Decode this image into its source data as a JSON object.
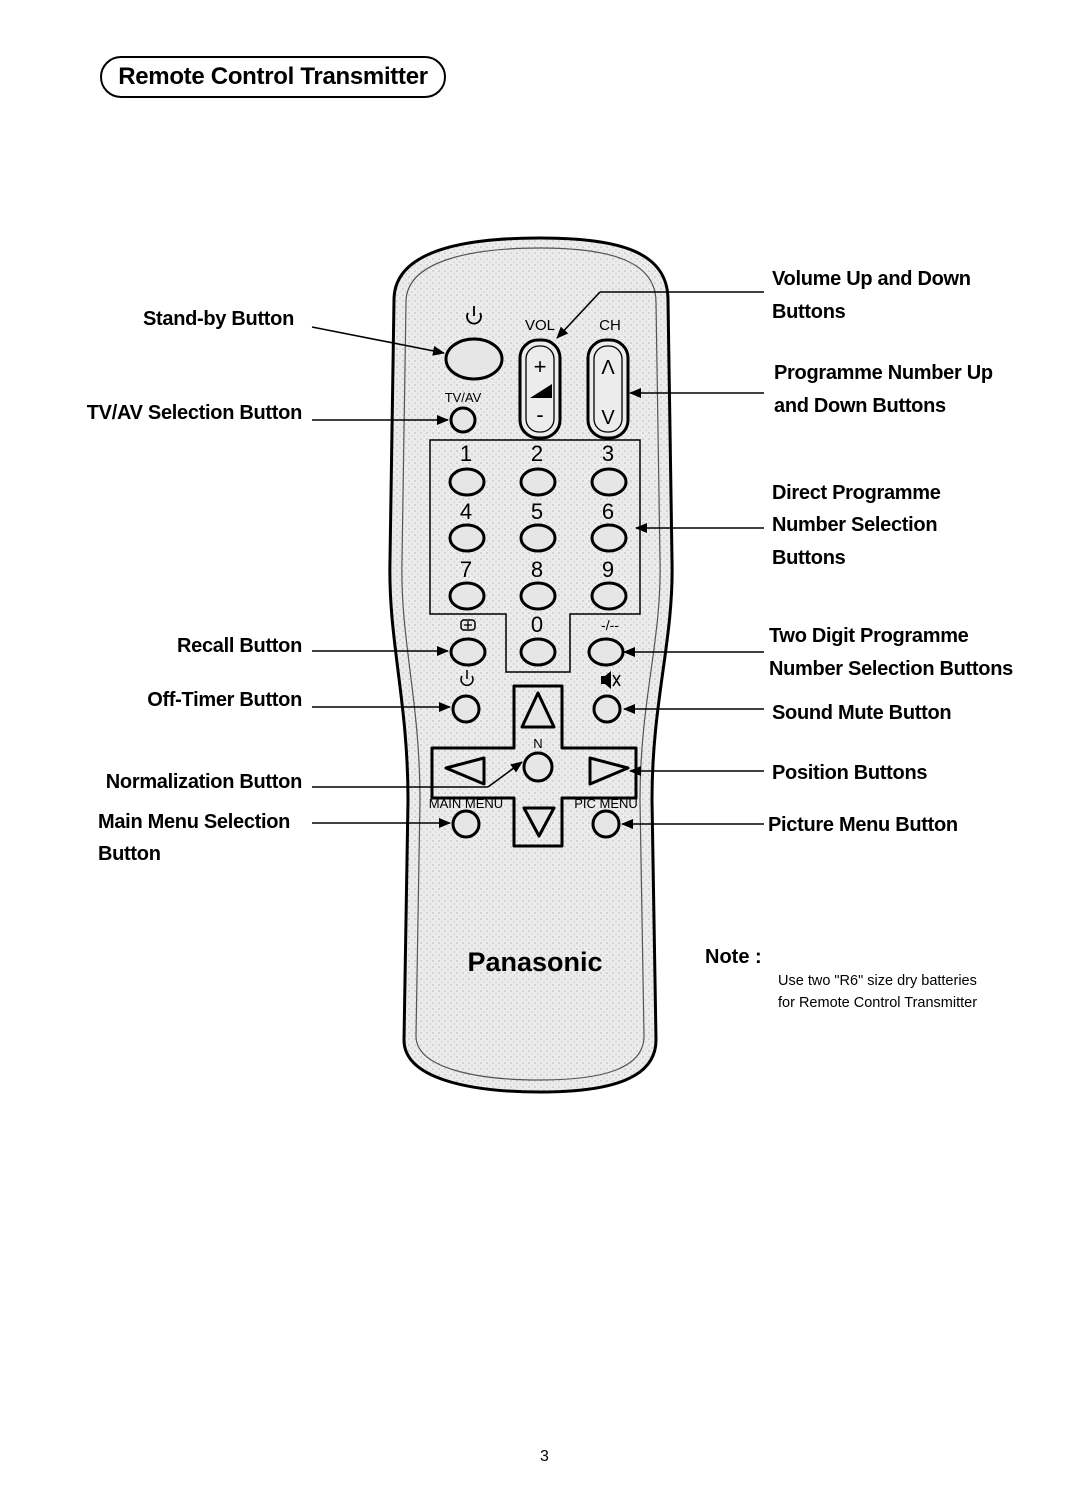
{
  "title": "Remote Control Transmitter",
  "remote": {
    "brand": "Panasonic",
    "vol_label": "VOL",
    "ch_label": "CH",
    "tvav_label": "TV/AV",
    "main_menu_label": "MAIN MENU",
    "pic_menu_label": "PIC MENU",
    "n_label": "N",
    "two_digit_label": "-/--",
    "vol_plus": "+",
    "vol_minus": "-",
    "ch_up": "Λ",
    "ch_down": "V",
    "digits": [
      "1",
      "2",
      "3",
      "4",
      "5",
      "6",
      "7",
      "8",
      "9",
      "0"
    ]
  },
  "labels": {
    "standby": "Stand-by Button",
    "tvav": "TV/AV Selection Button",
    "recall": "Recall Button",
    "offtimer": "Off-Timer Button",
    "normalization": "Normalization Button",
    "main_menu_1": "Main Menu Selection",
    "main_menu_2": "Button",
    "volume_1": "Volume Up and Down",
    "volume_2": "Buttons",
    "programme_1": "Programme Number Up",
    "programme_2": "and Down Buttons",
    "direct_1": "Direct Programme",
    "direct_2": "Number Selection",
    "direct_3": "Buttons",
    "twodigit_1": "Two Digit Programme",
    "twodigit_2": "Number Selection Buttons",
    "mute": "Sound Mute Button",
    "position": "Position Buttons",
    "picture_menu": "Picture Menu Button"
  },
  "note": {
    "heading": "Note :",
    "line1": "Use two \"R6\" size dry batteries",
    "line2": "for Remote Control Transmitter"
  },
  "page_number": "3"
}
